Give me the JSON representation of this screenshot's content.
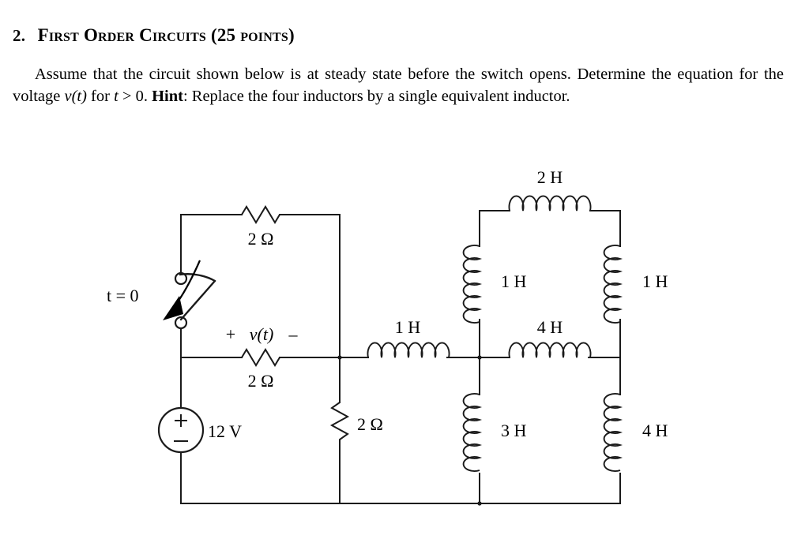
{
  "heading": {
    "number": "2.",
    "title": "First Order Circuits (25 points)"
  },
  "body": {
    "sentence1": "Assume that the circuit shown below is at steady state before the switch opens. Determine the equation for the voltage ",
    "var_v": "v(t)",
    "sentence2": " for ",
    "var_t": "t",
    "sentence3": " > 0. ",
    "hint_label": "Hint",
    "sentence4": ": Replace the four inductors by a single equivalent inductor."
  },
  "circuit": {
    "switch_label": "t = 0",
    "source_label": "12 V",
    "source_plus": "+",
    "source_minus": "–",
    "voltage_marker": {
      "plus": "+",
      "name": "v(t)",
      "minus": "–"
    },
    "resistors": [
      {
        "id": "r-top",
        "label": "2 Ω",
        "orientation": "horizontal"
      },
      {
        "id": "r-middle",
        "label": "2 Ω",
        "orientation": "horizontal"
      },
      {
        "id": "r-shunt",
        "label": "2 Ω",
        "orientation": "vertical"
      }
    ],
    "inductors": [
      {
        "id": "l-top-2h",
        "label": "2 H",
        "orientation": "horizontal"
      },
      {
        "id": "l-left-1h",
        "label": "1 H",
        "orientation": "vertical"
      },
      {
        "id": "l-right-1h",
        "label": "1 H",
        "orientation": "vertical"
      },
      {
        "id": "l-series-1h",
        "label": "1 H",
        "orientation": "horizontal"
      },
      {
        "id": "l-series-4h",
        "label": "4 H",
        "orientation": "horizontal"
      },
      {
        "id": "l-bottom-3h",
        "label": "3 H",
        "orientation": "vertical"
      },
      {
        "id": "l-bottom-4h",
        "label": "4 H",
        "orientation": "vertical"
      }
    ],
    "colors": {
      "wire": "#1a1a1a",
      "background": "#ffffff",
      "text": "#000000"
    }
  }
}
